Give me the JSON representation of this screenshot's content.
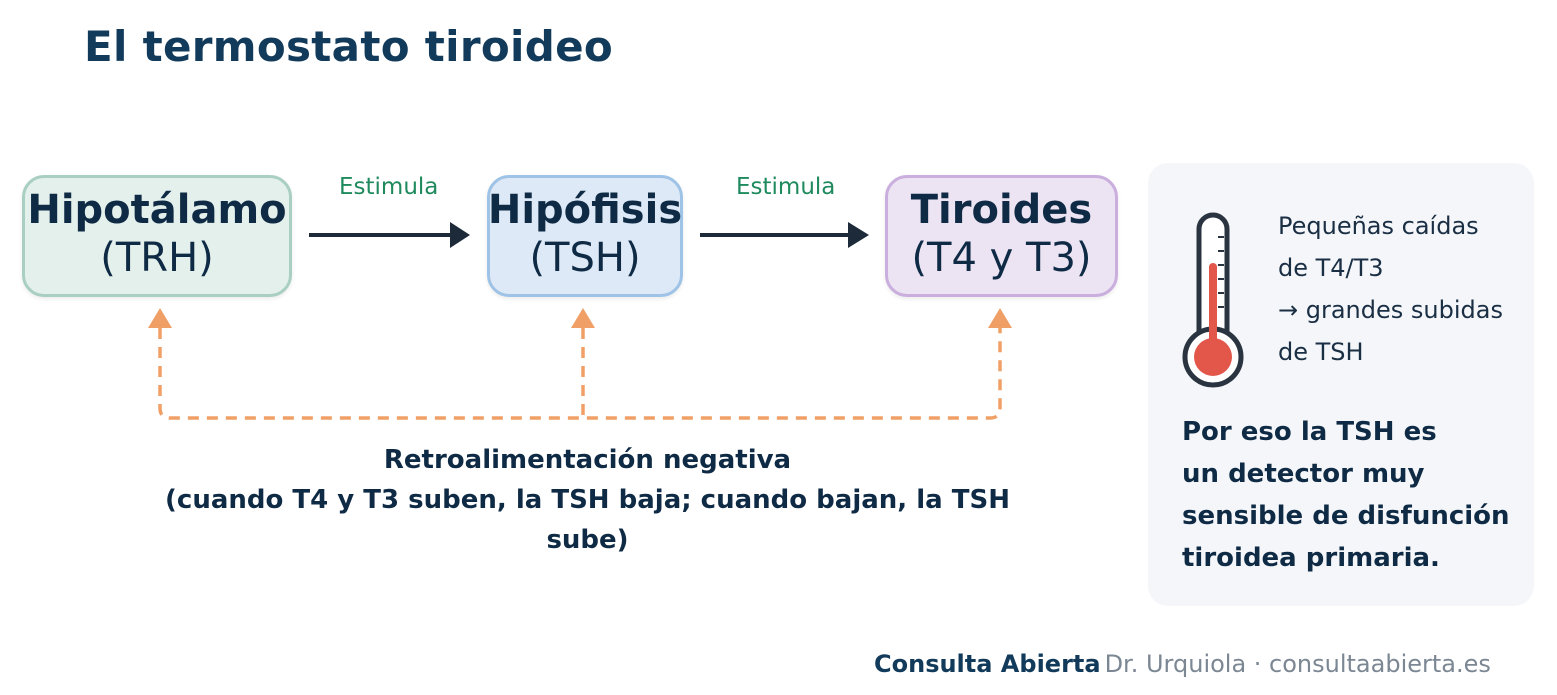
{
  "title": "El termostato tiroideo",
  "nodes": [
    {
      "name": "Hipotálamo",
      "hormone": "(TRH)"
    },
    {
      "name": "Hipófisis",
      "hormone": "(TSH)"
    },
    {
      "name": "Tiroides",
      "hormone": "(T4 y T3)"
    }
  ],
  "edges": [
    {
      "label": "Estimula"
    },
    {
      "label": "Estimula"
    }
  ],
  "feedback": {
    "title": "Retroalimentación negativa",
    "description": "(cuando T4 y T3 suben, la TSH baja; cuando bajan, la TSH sube)"
  },
  "panel": {
    "note_lines": [
      "Pequeñas caídas",
      "de T4/T3",
      "→ grandes subidas",
      "de TSH"
    ],
    "conclusion_lines": [
      "Por eso la TSH es",
      "un detector muy",
      "sensible de disfunción",
      "tiroidea primaria."
    ]
  },
  "footer": {
    "brand": "Consulta Abierta",
    "author": "Dr. Urquiola · consultaabierta.es"
  },
  "colors": {
    "arrow": "#1d2a3a",
    "feedback_arrow": "#f0a066",
    "edge_label": "#1f8a5e",
    "thermometer_fill": "#e3574b"
  },
  "icons": {
    "thermometer": "thermometer-icon"
  }
}
